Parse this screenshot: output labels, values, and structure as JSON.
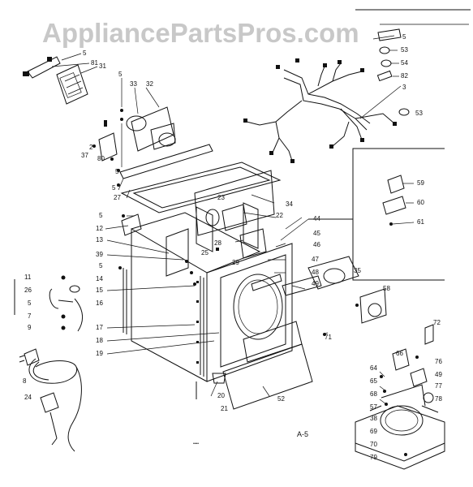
{
  "watermark": "AppliancePartsPros.com",
  "page_label": "A-5",
  "callouts": [
    {
      "id": "c5a",
      "text": "5"
    },
    {
      "id": "c81",
      "text": "81"
    },
    {
      "id": "c31",
      "text": "31"
    },
    {
      "id": "c5b",
      "text": "5"
    },
    {
      "id": "c33",
      "text": "33"
    },
    {
      "id": "c32",
      "text": "32"
    },
    {
      "id": "c2",
      "text": "2"
    },
    {
      "id": "c37",
      "text": "37"
    },
    {
      "id": "c80",
      "text": "80"
    },
    {
      "id": "c5c",
      "text": "5"
    },
    {
      "id": "c5d",
      "text": "5"
    },
    {
      "id": "c27",
      "text": "27"
    },
    {
      "id": "c5e",
      "text": "5"
    },
    {
      "id": "c12",
      "text": "12"
    },
    {
      "id": "c13",
      "text": "13"
    },
    {
      "id": "c39",
      "text": "39"
    },
    {
      "id": "c5f",
      "text": "5"
    },
    {
      "id": "c14",
      "text": "14"
    },
    {
      "id": "c15",
      "text": "15"
    },
    {
      "id": "c16",
      "text": "16"
    },
    {
      "id": "c17",
      "text": "17"
    },
    {
      "id": "c18",
      "text": "18"
    },
    {
      "id": "c19",
      "text": "19"
    },
    {
      "id": "c11",
      "text": "11"
    },
    {
      "id": "c26",
      "text": "26"
    },
    {
      "id": "c5g",
      "text": "5"
    },
    {
      "id": "c7",
      "text": "7"
    },
    {
      "id": "c9",
      "text": "9"
    },
    {
      "id": "c8",
      "text": "8"
    },
    {
      "id": "c24",
      "text": "24"
    },
    {
      "id": "c23",
      "text": "23"
    },
    {
      "id": "c22",
      "text": "22"
    },
    {
      "id": "c34",
      "text": "34"
    },
    {
      "id": "c44",
      "text": "44"
    },
    {
      "id": "c45",
      "text": "45"
    },
    {
      "id": "c46",
      "text": "46"
    },
    {
      "id": "c47",
      "text": "47"
    },
    {
      "id": "c48",
      "text": "48"
    },
    {
      "id": "c28",
      "text": "28"
    },
    {
      "id": "c25",
      "text": "25"
    },
    {
      "id": "c29",
      "text": "29"
    },
    {
      "id": "c49",
      "text": "49"
    },
    {
      "id": "c35",
      "text": "35"
    },
    {
      "id": "c36",
      "text": "36"
    },
    {
      "id": "c58",
      "text": "58"
    },
    {
      "id": "c71",
      "text": "71"
    },
    {
      "id": "c20",
      "text": "20"
    },
    {
      "id": "c21",
      "text": "21"
    },
    {
      "id": "c52",
      "text": "52"
    },
    {
      "id": "c5h",
      "text": "5"
    },
    {
      "id": "c53a",
      "text": "53"
    },
    {
      "id": "c54",
      "text": "54"
    },
    {
      "id": "c82",
      "text": "82"
    },
    {
      "id": "c3",
      "text": "3"
    },
    {
      "id": "c53b",
      "text": "53"
    },
    {
      "id": "c59",
      "text": "59"
    },
    {
      "id": "c60",
      "text": "60"
    },
    {
      "id": "c61",
      "text": "61"
    },
    {
      "id": "c72",
      "text": "72"
    },
    {
      "id": "c66",
      "text": "66"
    },
    {
      "id": "c76",
      "text": "76"
    },
    {
      "id": "c64",
      "text": "64"
    },
    {
      "id": "c65",
      "text": "65"
    },
    {
      "id": "c68",
      "text": "68"
    },
    {
      "id": "c57",
      "text": "57"
    },
    {
      "id": "c38",
      "text": "38"
    },
    {
      "id": "c69",
      "text": "69"
    },
    {
      "id": "c70",
      "text": "70"
    },
    {
      "id": "c79",
      "text": "79"
    },
    {
      "id": "c49b",
      "text": "49"
    },
    {
      "id": "c77",
      "text": "77"
    },
    {
      "id": "c78",
      "text": "78"
    }
  ]
}
